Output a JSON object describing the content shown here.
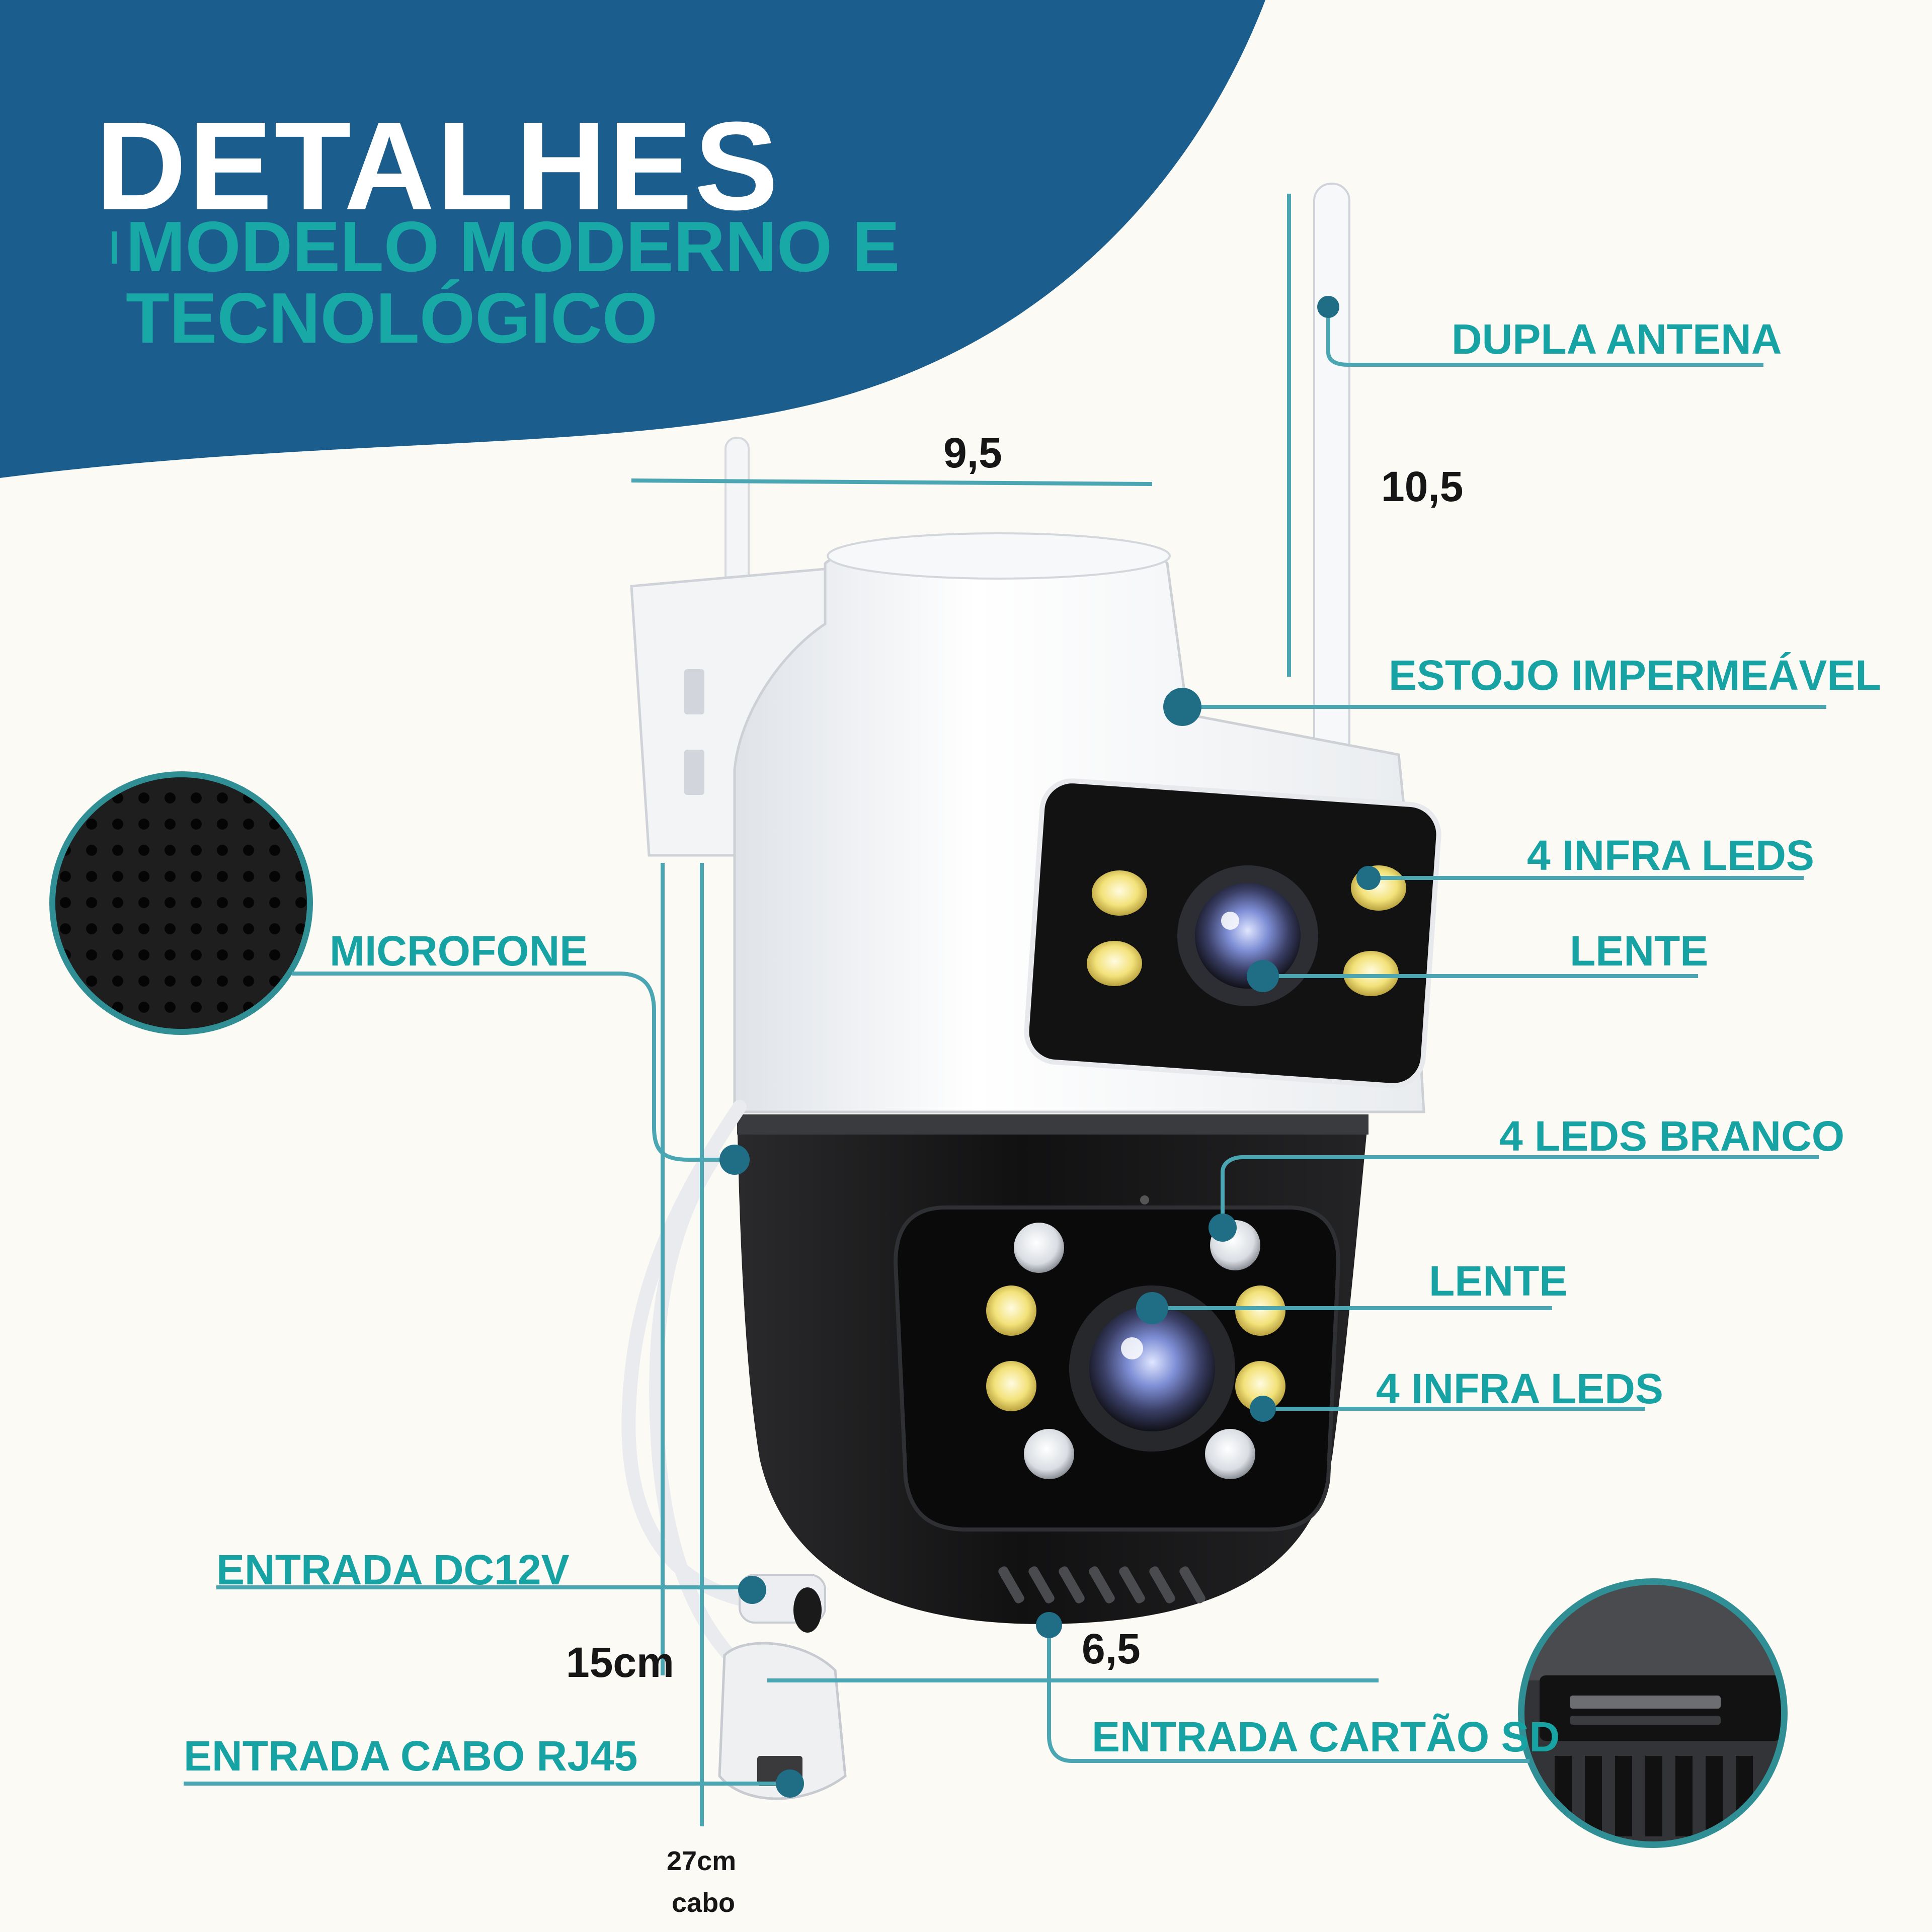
{
  "header": {
    "title": "DETALHES",
    "subtitle": "MODELO MODERNO E\nTECNOLÓGICO"
  },
  "labels": {
    "dupla_antena": "DUPLA ANTENA",
    "estojo": "ESTOJO IMPERMEÁVEL",
    "infra_leds_top": "4  INFRA LEDS",
    "lente_top": "LENTE",
    "microfone": "MICROFONE",
    "leds_branco": "4  LEDS BRANCO",
    "lente_bottom": "LENTE",
    "infra_leds_bottom": "4  INFRA LEDS",
    "entrada_dc": "ENTRADA DC12V",
    "entrada_rj45": "ENTRADA CABO RJ45",
    "entrada_sd": "ENTRADA CARTÃO SD"
  },
  "dimensions": {
    "width": "9,5",
    "height": "10,5",
    "depth": "6,5",
    "cable_pigtail": "15cm",
    "cable_total": "27cm",
    "cable_word": "cabo"
  },
  "colors": {
    "header_blue": "#1b5e8e",
    "accent_teal": "#17a3a3",
    "leader_line": "#4ba6b4",
    "dot": "#1f6e85",
    "background": "#fbfaf5"
  }
}
